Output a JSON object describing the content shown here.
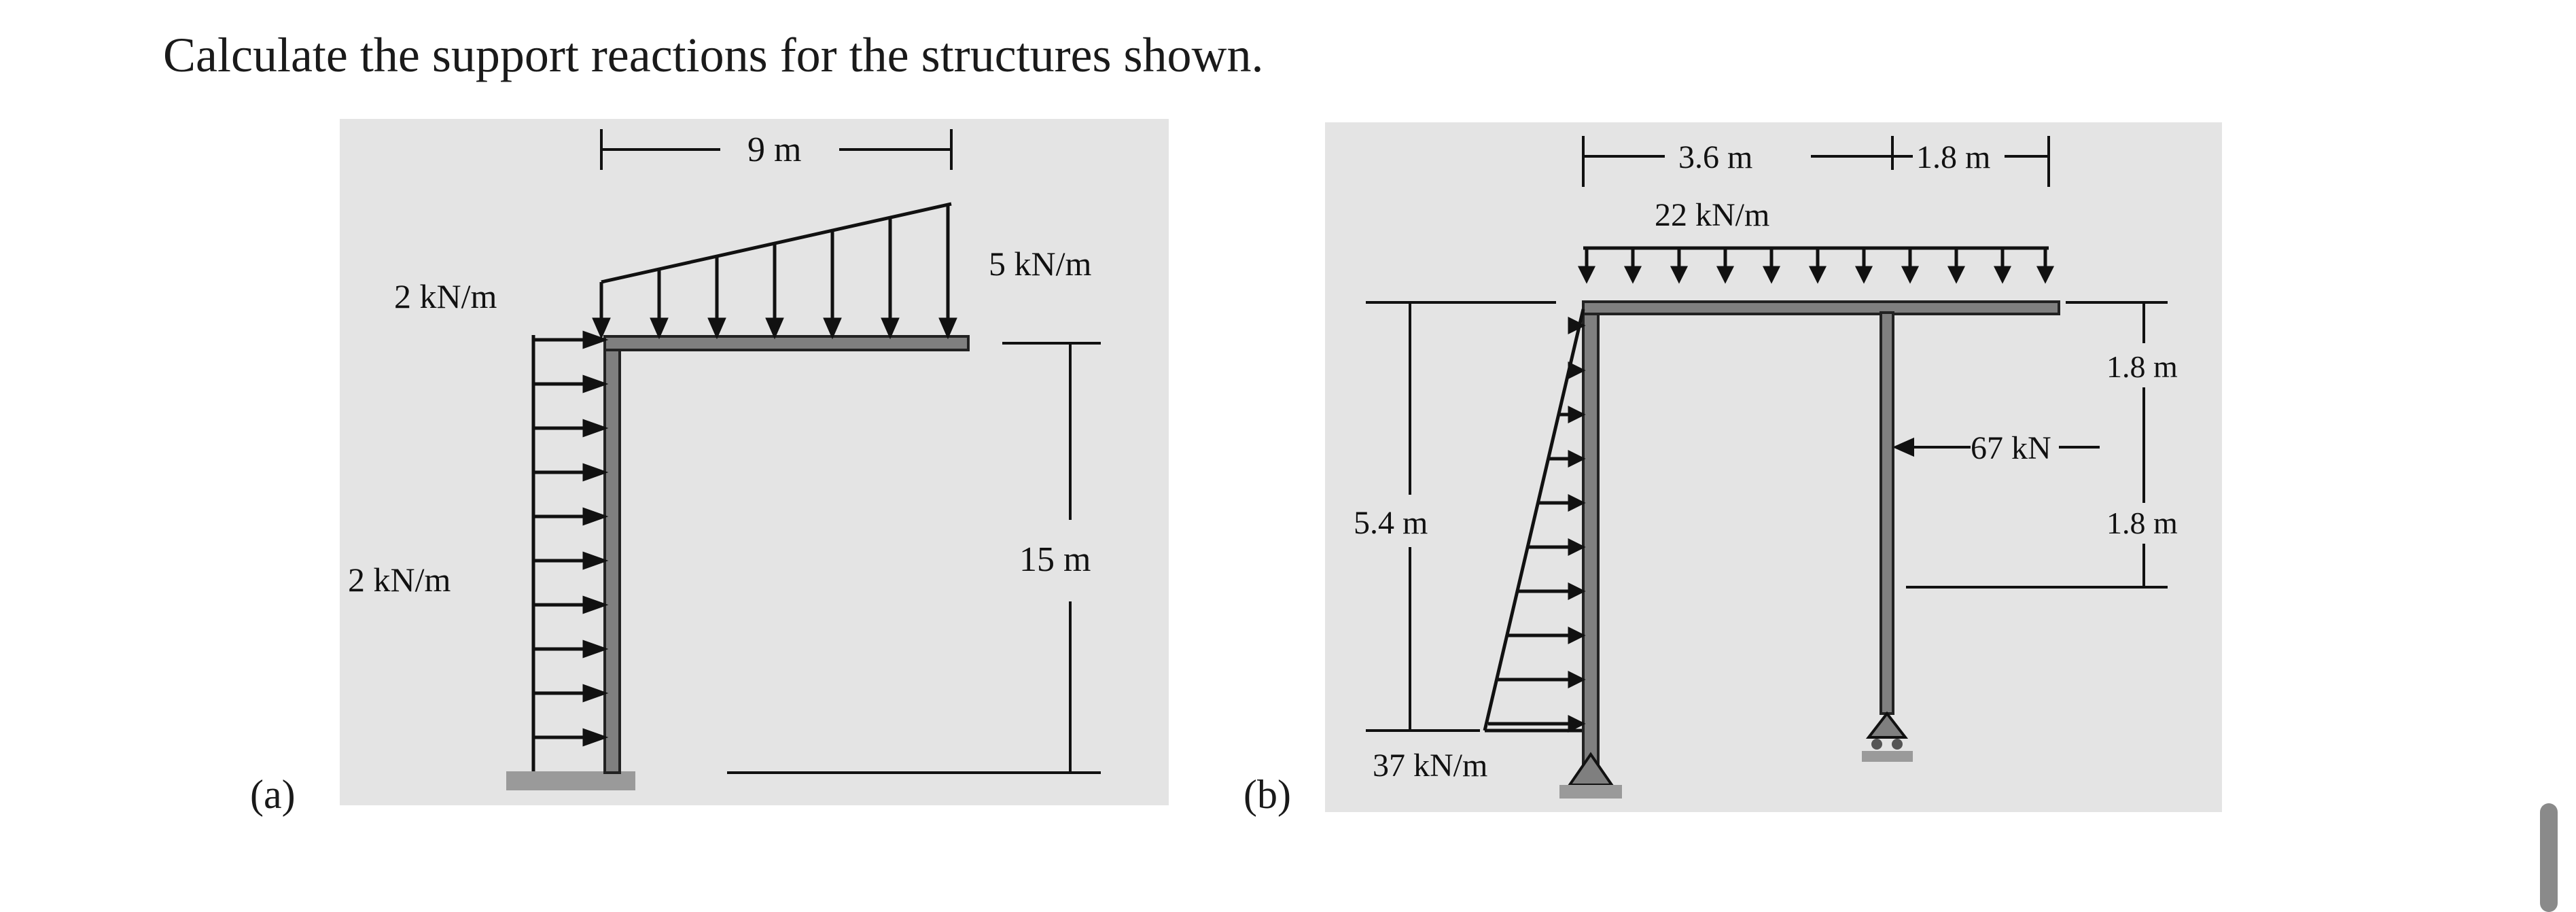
{
  "question": "Calculate the support reactions for the structures shown.",
  "figure_a": {
    "part_label": "(a)",
    "span_label": "9 m",
    "load_left_top": "2 kN/m",
    "load_right_top": "5 kN/m",
    "load_column": "2 kN/m",
    "height_label": "15 m"
  },
  "figure_b": {
    "part_label": "(b)",
    "span_1": "3.6 m",
    "span_2": "1.8 m",
    "udl": "22 kN/m",
    "height": "5.4 m",
    "point_load": "67 kN",
    "upper_seg": "1.8 m",
    "lower_seg": "1.8 m",
    "base_load": "37 kN/m"
  }
}
